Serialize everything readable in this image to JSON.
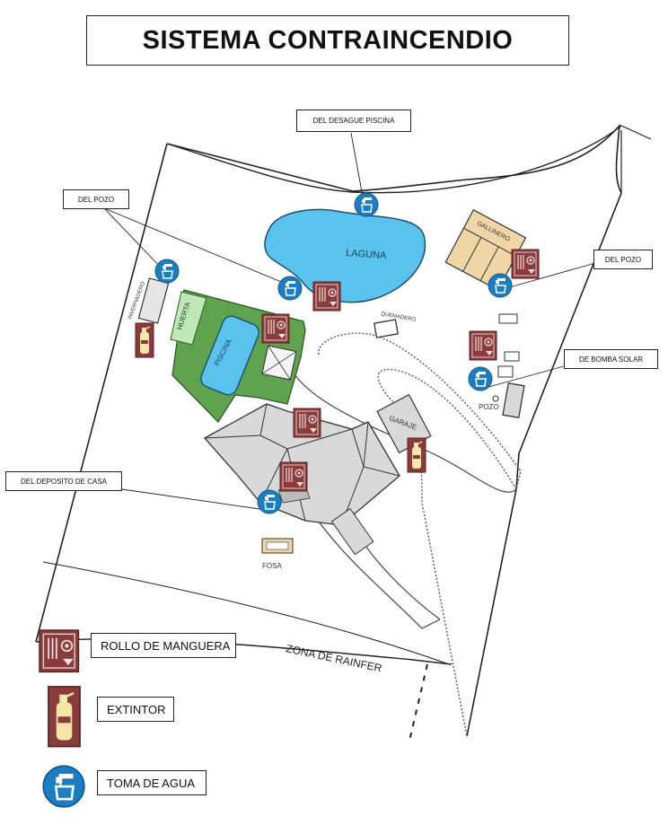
{
  "title": "SISTEMA CONTRAINCENDIO",
  "callouts": {
    "desague_piscina": "DEL DESAGUE PISCINA",
    "pozo_left": "DEL POZO",
    "pozo_right": "DEL POZO",
    "bomba_solar": "DE BOMBA SOLAR",
    "deposito_casa": "DEL DEPOSITO DE CASA"
  },
  "map_labels": {
    "laguna": "LAGUNA",
    "gallinero": "GALLINERO",
    "invernadero": "INVERNADERO",
    "huerta": "HUERTA",
    "piscina": "PISCINA",
    "quemadero": "QUEMADERO",
    "garaje": "GARAJE",
    "pozo": "POZO",
    "fosa": "FOSA",
    "zona": "ZONA DE RAINFER"
  },
  "legend": [
    {
      "label": "ROLLO DE MANGUERA",
      "icon": "hose-reel-icon"
    },
    {
      "label": "EXTINTOR",
      "icon": "extinguisher-icon"
    },
    {
      "label": "TOMA DE AGUA",
      "icon": "water-tap-icon"
    }
  ],
  "colors": {
    "water": "#59c3ee",
    "vegetation": "#5fa34f",
    "huerta": "#bfe8b8",
    "roof": "#d9d9d9",
    "hose_reel": "#8a3b3b",
    "extinguisher": "#f5e7a8",
    "water_point": "#1b7dc2",
    "gallinero": "#f0d6a6"
  }
}
